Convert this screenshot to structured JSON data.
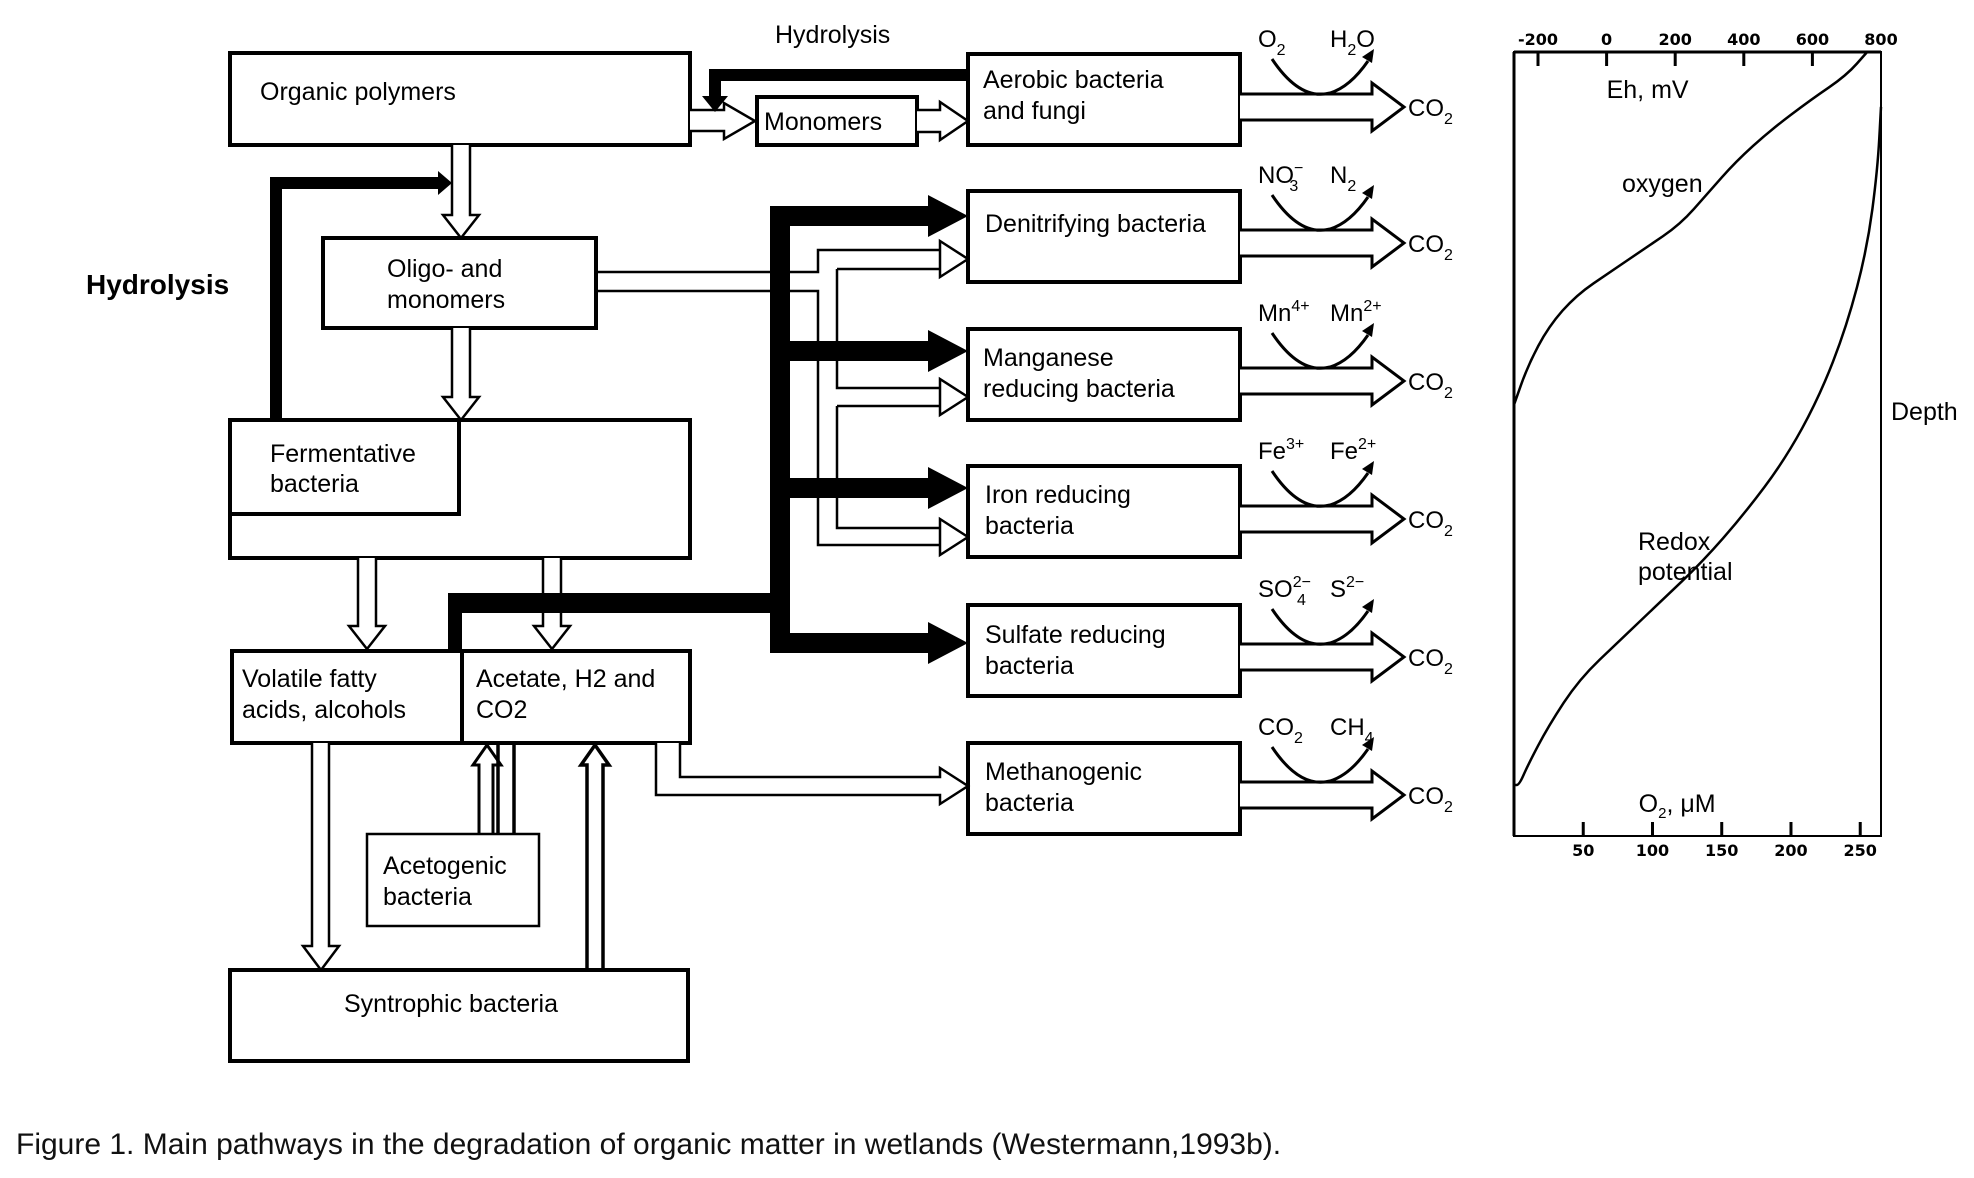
{
  "diagram": {
    "labels": {
      "hydrolysis_top": "Hydrolysis",
      "hydrolysis_left": "Hydrolysis",
      "organic_polymers": "Organic polymers",
      "monomers": "Monomers",
      "aerobic": [
        "Aerobic bacteria",
        "and fungi"
      ],
      "oligo": [
        "Oligo- and",
        "monomers"
      ],
      "fermentative": [
        "Fermentative",
        "bacteria"
      ],
      "vfa": [
        "Volatile fatty",
        "acids, alcohols"
      ],
      "acetate": [
        "Acetate, H2 and",
        "CO2"
      ],
      "acetogenic": [
        "Acetogenic",
        "bacteria"
      ],
      "syntrophic": "Syntrophic bacteria",
      "denitrifying": "Denitrifying bacteria",
      "manganese": [
        "Manganese",
        "reducing bacteria"
      ],
      "iron": [
        "Iron reducing",
        "bacteria"
      ],
      "sulfate": [
        "Sulfate reducing",
        "bacteria"
      ],
      "methanogenic": [
        "Methanogenic",
        "bacteria"
      ]
    },
    "reactions": [
      {
        "acceptor": "O",
        "acceptor_sub": "2",
        "acceptor_sup": "",
        "product": "H",
        "product_sub": "2",
        "product_tail": "O",
        "product_sup": "",
        "output": "CO",
        "output_sub": "2"
      },
      {
        "acceptor": "NO",
        "acceptor_sub": "3",
        "acceptor_sup": "−",
        "product": "N",
        "product_sub": "2",
        "product_tail": "",
        "product_sup": "",
        "output": "CO",
        "output_sub": "2"
      },
      {
        "acceptor": "Mn",
        "acceptor_sub": "",
        "acceptor_sup": "4+",
        "product": "Mn",
        "product_sub": "",
        "product_tail": "",
        "product_sup": "2+",
        "output": "CO",
        "output_sub": "2"
      },
      {
        "acceptor": "Fe",
        "acceptor_sub": "",
        "acceptor_sup": "3+",
        "product": "Fe",
        "product_sub": "",
        "product_tail": "",
        "product_sup": "2+",
        "output": "CO",
        "output_sub": "2"
      },
      {
        "acceptor": "SO",
        "acceptor_sub": "4",
        "acceptor_sup": "2−",
        "product": "S",
        "product_sub": "",
        "product_tail": "",
        "product_sup": "2−",
        "output": "CO",
        "output_sub": "2"
      },
      {
        "acceptor": "CO",
        "acceptor_sub": "2",
        "acceptor_sup": "",
        "product": "CH",
        "product_sub": "4",
        "product_tail": "",
        "product_sup": "",
        "output": "CO",
        "output_sub": "2"
      }
    ]
  },
  "chart_data": {
    "type": "line",
    "title": "",
    "top_axis": {
      "label": "Eh, mV",
      "ticks": [
        "-200",
        "0",
        "200",
        "400",
        "600",
        "800"
      ],
      "range": [
        -270,
        800
      ]
    },
    "bottom_axis": {
      "label_main": "O",
      "label_sub": "2",
      "label_tail": ",  μM",
      "ticks": [
        "50",
        "100",
        "150",
        "200",
        "250"
      ],
      "range": [
        0,
        265
      ]
    },
    "ylabel": "Depth",
    "series": [
      {
        "name": "oxygen",
        "label": "oxygen",
        "axis": "bottom",
        "points": [
          [
            255,
            0.0
          ],
          [
            240,
            0.03
          ],
          [
            215,
            0.06
          ],
          [
            185,
            0.1
          ],
          [
            160,
            0.14
          ],
          [
            140,
            0.18
          ],
          [
            120,
            0.22
          ],
          [
            95,
            0.25
          ],
          [
            70,
            0.28
          ],
          [
            45,
            0.31
          ],
          [
            25,
            0.35
          ],
          [
            10,
            0.4
          ],
          [
            0,
            0.45
          ]
        ]
      },
      {
        "name": "redox",
        "label": [
          "Redox",
          "potential"
        ],
        "axis": "top",
        "points": [
          [
            800,
            0.07
          ],
          [
            790,
            0.15
          ],
          [
            760,
            0.25
          ],
          [
            700,
            0.35
          ],
          [
            620,
            0.44
          ],
          [
            520,
            0.52
          ],
          [
            400,
            0.59
          ],
          [
            280,
            0.65
          ],
          [
            160,
            0.7
          ],
          [
            40,
            0.75
          ],
          [
            -80,
            0.8
          ],
          [
            -170,
            0.86
          ],
          [
            -230,
            0.91
          ],
          [
            -255,
            0.935
          ],
          [
            -270,
            0.935
          ]
        ]
      }
    ]
  },
  "caption": "Figure 1. Main pathways in the degradation of organic matter in wetlands (Westermann,1993b)."
}
